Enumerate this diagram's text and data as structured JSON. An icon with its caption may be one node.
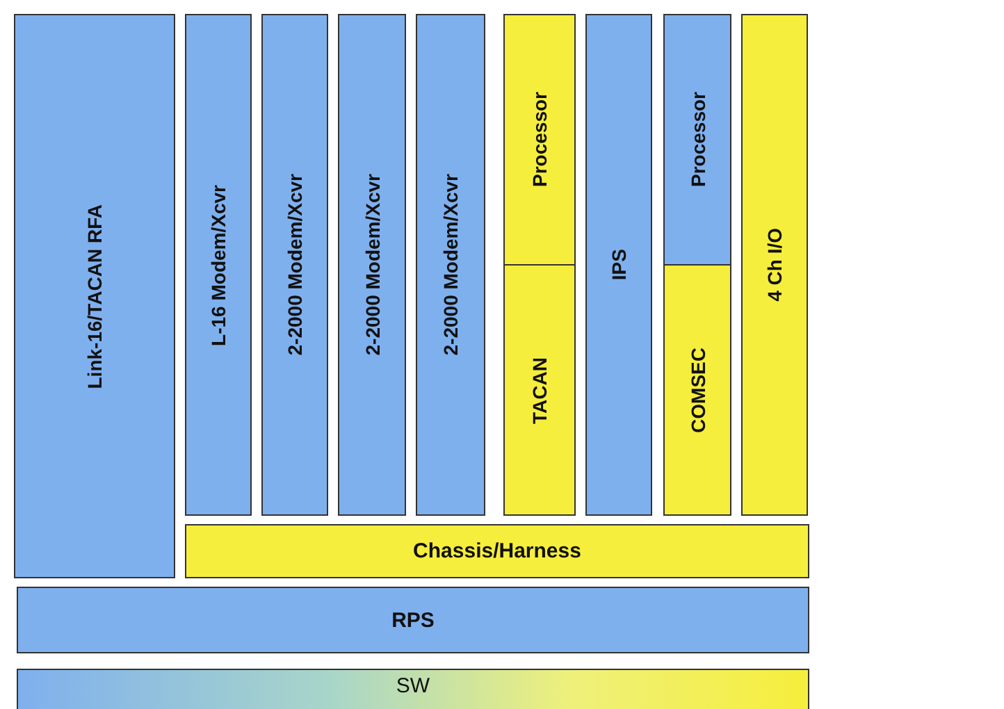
{
  "diagram": {
    "nodes": [
      {
        "text": [
          "Link-16/TACAN RFA"
        ]
      },
      {
        "text": [
          "L-16 Modem/Xcvr"
        ]
      },
      {
        "text": [
          "2-2000 Modem/Xcvr"
        ]
      },
      {
        "text": [
          "2-2000 Modem/Xcvr"
        ]
      },
      {
        "text": [
          "2-2000 Modem/Xcvr"
        ]
      },
      {
        "text": [
          "Processor"
        ]
      },
      {
        "text": [
          "TACAN"
        ]
      },
      {
        "text": [
          "IPS"
        ]
      },
      {
        "text": [
          "Processor"
        ]
      },
      {
        "text": [
          "COMSEC"
        ]
      },
      {
        "text": [
          "4 Ch I/O"
        ]
      },
      {
        "text": [
          "Chassis/Harness"
        ]
      },
      {
        "text": [
          "RPS"
        ]
      },
      {
        "text": [
          "SW"
        ]
      }
    ]
  }
}
